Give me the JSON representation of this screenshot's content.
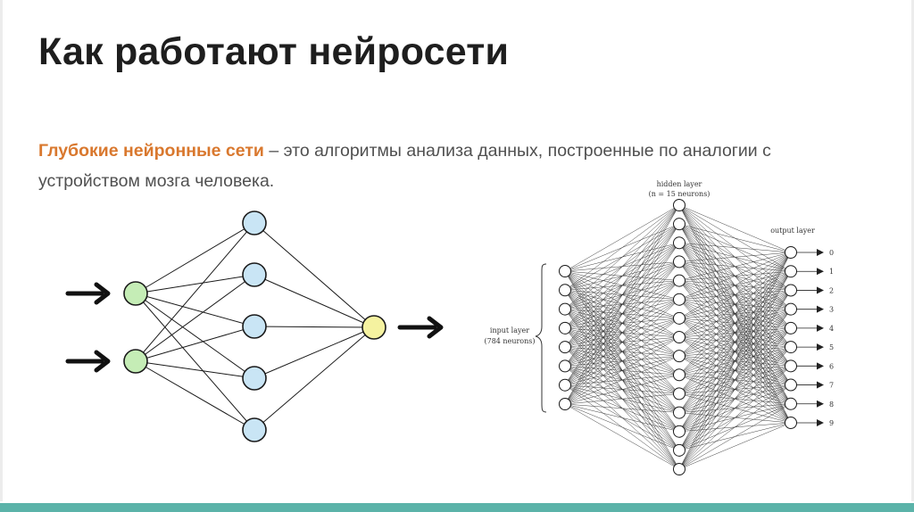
{
  "title": "Как работают нейросети",
  "description": {
    "highlight": "Глубокие нейронные сети",
    "text": " – это алгоритмы анализа данных, построенные по аналогии с устройством мозга человека."
  },
  "simple_network": {
    "input_color": "#c5edb6",
    "hidden_color": "#c9e5f5",
    "output_color": "#f5f2a0",
    "stroke_color": "#1a1a1a",
    "input_count": 2,
    "hidden_count": 5,
    "output_count": 1
  },
  "mnist_network": {
    "hidden_layer_label": "hidden layer",
    "hidden_layer_count_label": "(n = 15 neurons)",
    "output_layer_label": "output layer",
    "input_layer_label": "input layer",
    "input_layer_count_label": "(784 neurons)",
    "input_count": 8,
    "hidden_count": 15,
    "output_count": 10,
    "output_digits": [
      "0",
      "1",
      "2",
      "3",
      "4",
      "5",
      "6",
      "7",
      "8",
      "9"
    ]
  }
}
